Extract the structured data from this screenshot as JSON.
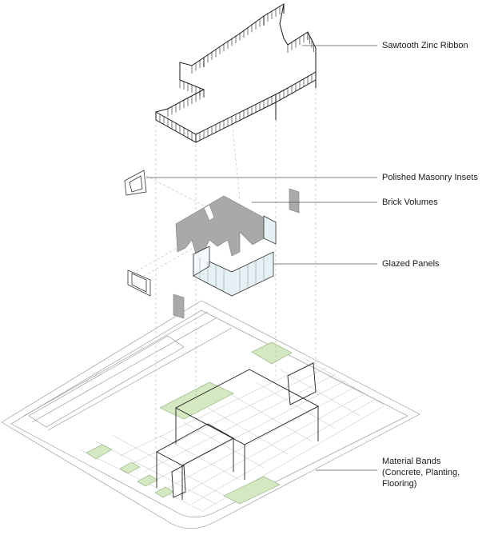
{
  "labels": [
    {
      "key": "zinc",
      "text": "Sawtooth Zinc Ribbon"
    },
    {
      "key": "masonry",
      "text": "Polished Masonry Insets"
    },
    {
      "key": "brick",
      "text": "Brick Volumes"
    },
    {
      "key": "glazed",
      "text": "Glazed Panels"
    },
    {
      "key": "material",
      "text": "Material Bands\n(Concrete, Planting,\nFlooring)"
    }
  ],
  "colors": {
    "line": "#2b2b2b",
    "thin_line": "#9a9a9a",
    "brick_fill": "#a9a9a9",
    "glass_fill": "#e6f1f6",
    "planting_fill": "#d4e8c2",
    "leader": "#444444"
  }
}
